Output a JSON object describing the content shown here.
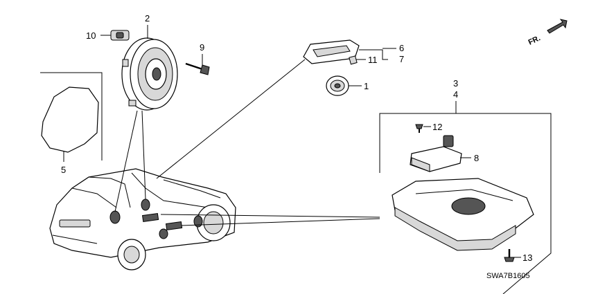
{
  "diagram": {
    "callouts": [
      {
        "id": "c1",
        "text": "1"
      },
      {
        "id": "c2",
        "text": "2"
      },
      {
        "id": "c3",
        "text": "3"
      },
      {
        "id": "c4",
        "text": "4"
      },
      {
        "id": "c5",
        "text": "5"
      },
      {
        "id": "c6",
        "text": "6"
      },
      {
        "id": "c7",
        "text": "7"
      },
      {
        "id": "c8",
        "text": "8"
      },
      {
        "id": "c9",
        "text": "9"
      },
      {
        "id": "c10",
        "text": "10"
      },
      {
        "id": "c11",
        "text": "11"
      },
      {
        "id": "c12",
        "text": "12"
      },
      {
        "id": "c13",
        "text": "13"
      }
    ],
    "direction_label": "FR.",
    "diagram_code": "SWA7B1605"
  }
}
